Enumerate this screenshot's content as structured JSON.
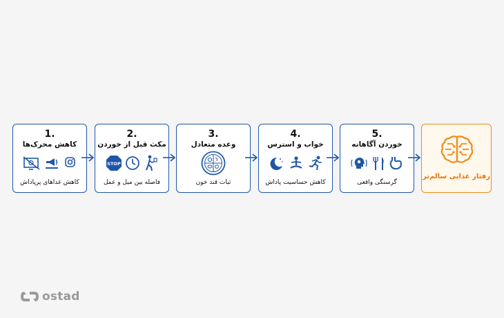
{
  "steps": [
    {
      "number": "1.",
      "title": "کاهش محرک‌ها",
      "subtitle": "کاهش غذاهای پرپاداش"
    },
    {
      "number": "2.",
      "title": "مکث قبل از خوردن",
      "subtitle": "فاصله بین میل و عمل",
      "stop_text": "STOP"
    },
    {
      "number": "3.",
      "title": "وعده متعادل",
      "subtitle": "ثبات قند خون"
    },
    {
      "number": "4.",
      "title": "خواب و استرس",
      "subtitle": "کاهش حساسیت پاداش"
    },
    {
      "number": "5.",
      "title": "خوردن آگاهانه",
      "subtitle": "گرسنگی واقعی"
    }
  ],
  "result": {
    "title": "رفتار غذایی سالم‌تر",
    "icon": "brain-icon"
  },
  "logo": {
    "text": "ostad"
  },
  "colors": {
    "step_border": "#1f57a8",
    "icon_blue": "#1f57a8",
    "accent": "#f08a16",
    "background": "#f5f5f5"
  }
}
